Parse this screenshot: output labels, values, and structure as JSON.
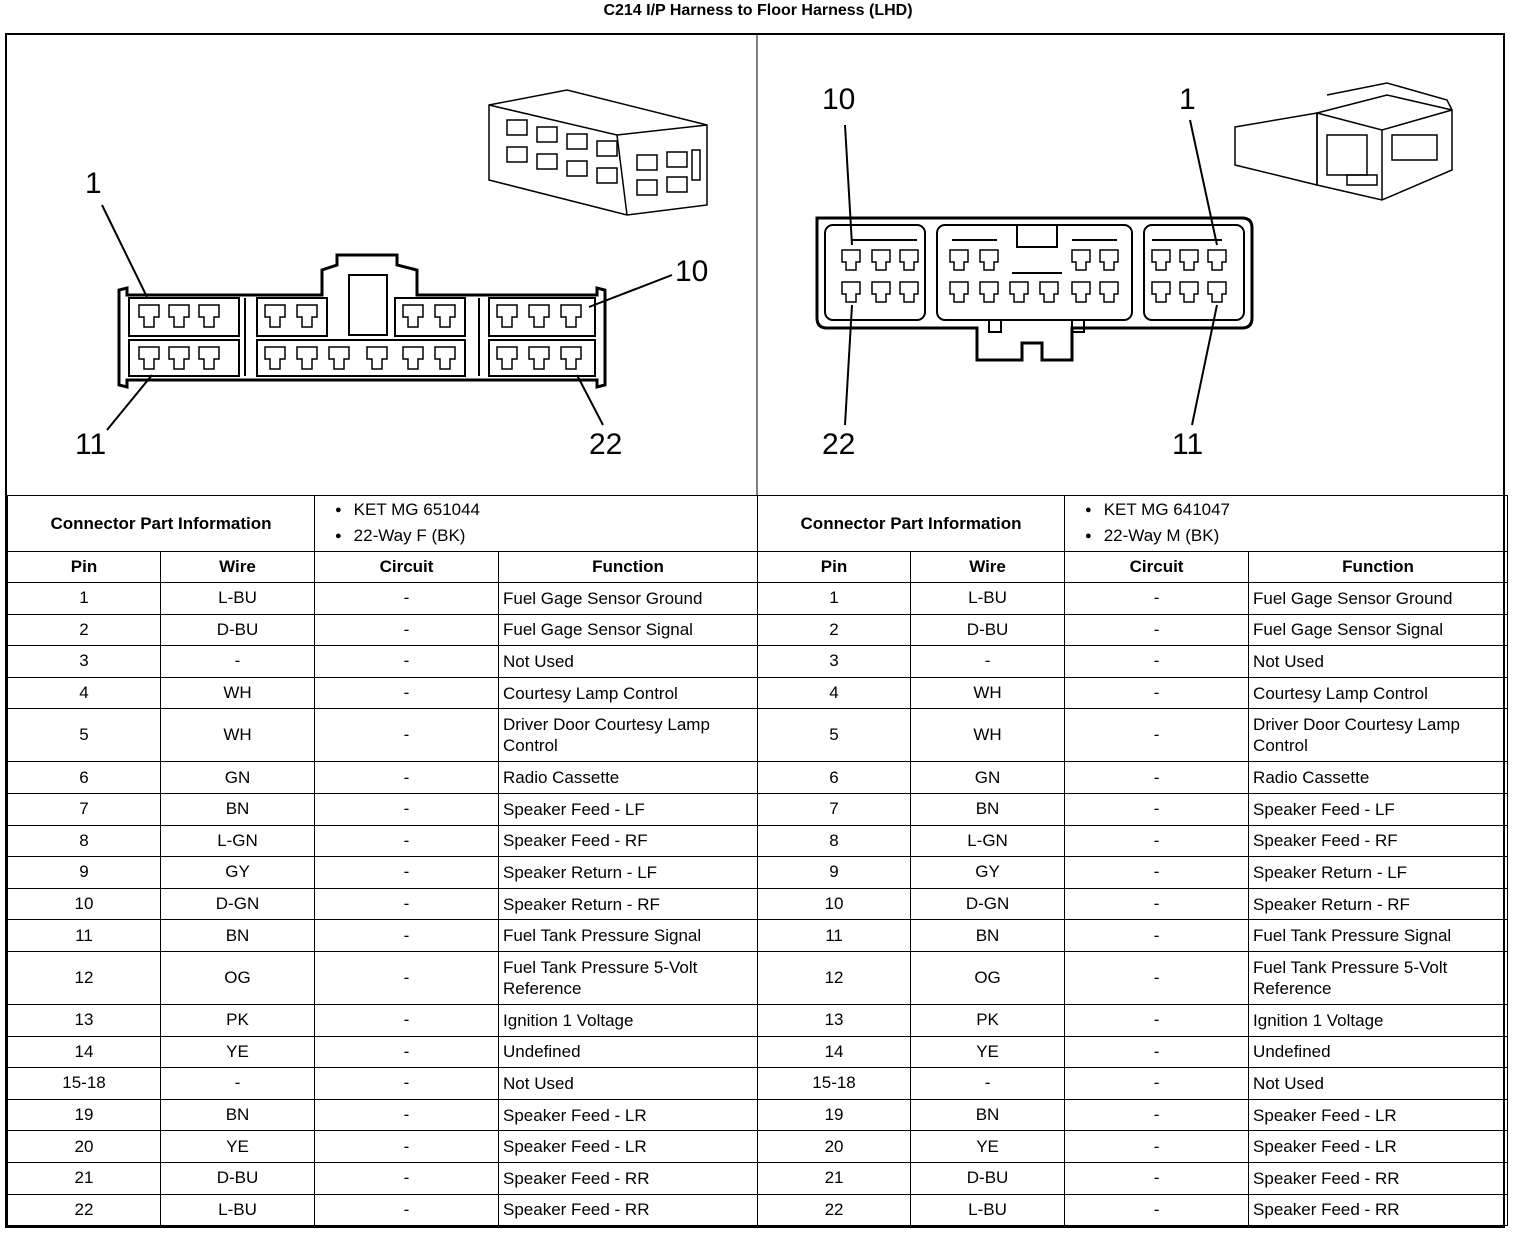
{
  "title": "C214 I/P Harness to Floor Harness (LHD)",
  "connectors": [
    {
      "callouts": [
        "1",
        "10",
        "11",
        "22"
      ],
      "info_label": "Connector Part Information",
      "part_info": [
        "KET MG 651044",
        "22-Way F (BK)"
      ]
    },
    {
      "callouts": [
        "10",
        "1",
        "22",
        "11"
      ],
      "info_label": "Connector Part Information",
      "part_info": [
        "KET MG 641047",
        "22-Way M (BK)"
      ]
    }
  ],
  "headers": [
    "Pin",
    "Wire",
    "Circuit",
    "Function"
  ],
  "rows": [
    {
      "pin": "1",
      "wire": "L-BU",
      "circuit": "-",
      "function": "Fuel Gage Sensor Ground"
    },
    {
      "pin": "2",
      "wire": "D-BU",
      "circuit": "-",
      "function": "Fuel Gage Sensor Signal"
    },
    {
      "pin": "3",
      "wire": "-",
      "circuit": "-",
      "function": "Not Used"
    },
    {
      "pin": "4",
      "wire": "WH",
      "circuit": "-",
      "function": "Courtesy Lamp Control"
    },
    {
      "pin": "5",
      "wire": "WH",
      "circuit": "-",
      "function": "Driver Door Courtesy Lamp Control"
    },
    {
      "pin": "6",
      "wire": "GN",
      "circuit": "-",
      "function": "Radio Cassette"
    },
    {
      "pin": "7",
      "wire": "BN",
      "circuit": "-",
      "function": "Speaker Feed - LF"
    },
    {
      "pin": "8",
      "wire": "L-GN",
      "circuit": "-",
      "function": "Speaker Feed - RF"
    },
    {
      "pin": "9",
      "wire": "GY",
      "circuit": "-",
      "function": "Speaker Return - LF"
    },
    {
      "pin": "10",
      "wire": "D-GN",
      "circuit": "-",
      "function": "Speaker Return - RF"
    },
    {
      "pin": "11",
      "wire": "BN",
      "circuit": "-",
      "function": "Fuel Tank Pressure Signal"
    },
    {
      "pin": "12",
      "wire": "OG",
      "circuit": "-",
      "function": "Fuel Tank Pressure 5-Volt Reference"
    },
    {
      "pin": "13",
      "wire": "PK",
      "circuit": "-",
      "function": "Ignition 1 Voltage"
    },
    {
      "pin": "14",
      "wire": "YE",
      "circuit": "-",
      "function": "Undefined"
    },
    {
      "pin": "15-18",
      "wire": "-",
      "circuit": "-",
      "function": "Not Used"
    },
    {
      "pin": "19",
      "wire": "BN",
      "circuit": "-",
      "function": "Speaker Feed - LR"
    },
    {
      "pin": "20",
      "wire": "YE",
      "circuit": "-",
      "function": "Speaker Feed - LR"
    },
    {
      "pin": "21",
      "wire": "D-BU",
      "circuit": "-",
      "function": "Speaker Feed - RR"
    },
    {
      "pin": "22",
      "wire": "L-BU",
      "circuit": "-",
      "function": "Speaker Feed - RR"
    }
  ]
}
